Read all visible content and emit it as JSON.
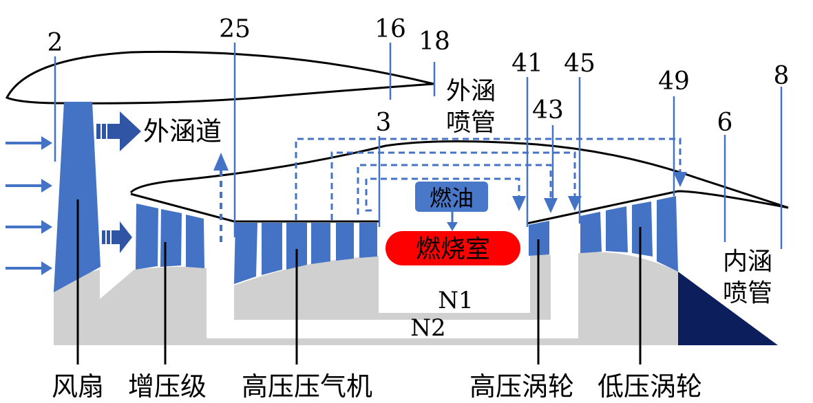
{
  "colors": {
    "blade": "#4472c4",
    "arrow": "#4472c4",
    "arrow_dark": "#2f55a4",
    "core": "#d0d0d0",
    "nozzle_cone": "#0c1f5c",
    "combustor": "#ff0000",
    "fuel_box": "#4a78c8",
    "line": "#000000"
  },
  "station_labels": {
    "s2": "2",
    "s25": "25",
    "s16": "16",
    "s18": "18",
    "s3": "3",
    "s41": "41",
    "s43": "43",
    "s45": "45",
    "s49": "49",
    "s6": "6",
    "s8": "8"
  },
  "region_labels": {
    "bypass_duct": "外涵道",
    "bypass_nozzle_line1": "外涵",
    "bypass_nozzle_line2": "喷管",
    "core_nozzle_line1": "内涵",
    "core_nozzle_line2": "喷管",
    "fuel": "燃油",
    "combustor": "燃烧室",
    "shaft_n1": "N1",
    "shaft_n2": "N2"
  },
  "component_labels": {
    "fan": "风扇",
    "booster": "增压级",
    "hp_compressor": "高压压气机",
    "hp_turbine": "高压涡轮",
    "lp_turbine": "低压涡轮"
  }
}
